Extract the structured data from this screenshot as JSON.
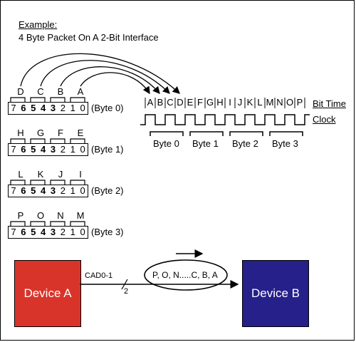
{
  "heading": "Example:",
  "subtitle": "4 Byte Packet On A 2-Bit Interface",
  "bytes": [
    {
      "letters": [
        "D",
        "C",
        "B",
        "A"
      ],
      "label": "(Byte 0)"
    },
    {
      "letters": [
        "H",
        "G",
        "F",
        "E"
      ],
      "label": "(Byte 1)"
    },
    {
      "letters": [
        "L",
        "K",
        "J",
        "I"
      ],
      "label": "(Byte 2)"
    },
    {
      "letters": [
        "P",
        "O",
        "N",
        "M"
      ],
      "label": "(Byte 3)"
    }
  ],
  "bits": [
    "7",
    "6",
    "5",
    "4",
    "3",
    "2",
    "1",
    "0"
  ],
  "timing": {
    "letters": [
      "A",
      "B",
      "C",
      "D",
      "E",
      "F",
      "G",
      "H",
      "I",
      "J",
      "K",
      "L",
      "M",
      "N",
      "O",
      "P"
    ],
    "bit_time_label": "Bit Time",
    "clock_label": "Clock",
    "groups": [
      "Byte 0",
      "Byte 1",
      "Byte 2",
      "Byte 3"
    ]
  },
  "bus": {
    "device_a": "Device A",
    "device_b": "Device B",
    "bus_label": "CAD0-1",
    "width_label": "2",
    "packet_sequence": "P, O, N.....C, B, A"
  },
  "colors": {
    "device_a": "#d9342a",
    "device_b": "#26208a"
  }
}
